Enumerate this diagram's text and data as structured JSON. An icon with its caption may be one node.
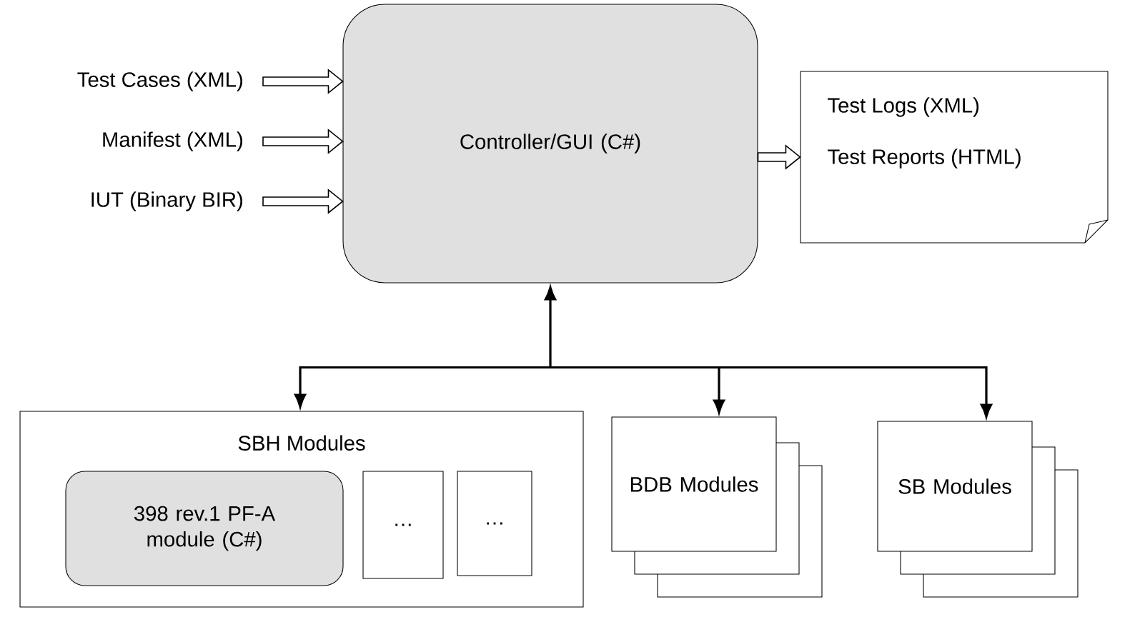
{
  "diagram": {
    "nodes": [
      {
        "text": [
          "Test Cases (XML)"
        ]
      },
      {
        "text": [
          "Manifest (XML)"
        ]
      },
      {
        "text": [
          "IUT (Binary BIR)"
        ]
      },
      {
        "text": [
          "Controller/GUI (C#)"
        ]
      },
      {
        "text": [
          "Test Logs (XML)",
          "Test Reports (HTML)"
        ]
      },
      {
        "text": [
          "SBH Modules"
        ]
      },
      {
        "text": [
          "398 rev.1 PF-A module (C#)"
        ],
        "in": 5
      },
      {
        "text": [
          "…"
        ],
        "in": 5
      },
      {
        "text": [
          "…"
        ],
        "in": 5
      },
      {
        "text": [
          "BDB Modules"
        ]
      },
      {
        "text": [
          "SB Modules"
        ]
      }
    ],
    "edges": [
      {
        "from": 0,
        "to": 3,
        "arrow": "to"
      },
      {
        "from": 1,
        "to": 3,
        "arrow": "to"
      },
      {
        "from": 2,
        "to": 3,
        "arrow": "to"
      },
      {
        "from": 3,
        "to": 4,
        "arrow": "to"
      },
      {
        "from": 3,
        "to": 5,
        "arrow": "both"
      },
      {
        "from": 3,
        "to": 9,
        "arrow": "both"
      },
      {
        "from": 3,
        "to": 10,
        "arrow": "both"
      }
    ]
  }
}
